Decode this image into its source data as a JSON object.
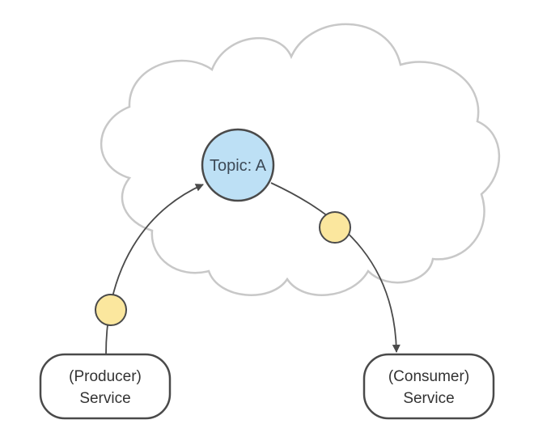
{
  "diagram": {
    "topic": {
      "label": "Topic: A"
    },
    "producer": {
      "line1": "(Producer)",
      "line2": "Service"
    },
    "consumer": {
      "line1": "(Consumer)",
      "line2": "Service"
    }
  },
  "colors": {
    "background": "#ffffff",
    "cloud_stroke": "#c8c8c8",
    "topic_fill": "#bde0f5",
    "topic_stroke": "#4a4a4a",
    "message_fill": "#fbe79e",
    "message_stroke": "#4a4a4a",
    "connector": "#4a4a4a",
    "service_stroke": "#4a4a4a",
    "service_fill": "#ffffff"
  },
  "icons": {
    "cloud": "cloud-icon",
    "message": "message-token-icon"
  }
}
